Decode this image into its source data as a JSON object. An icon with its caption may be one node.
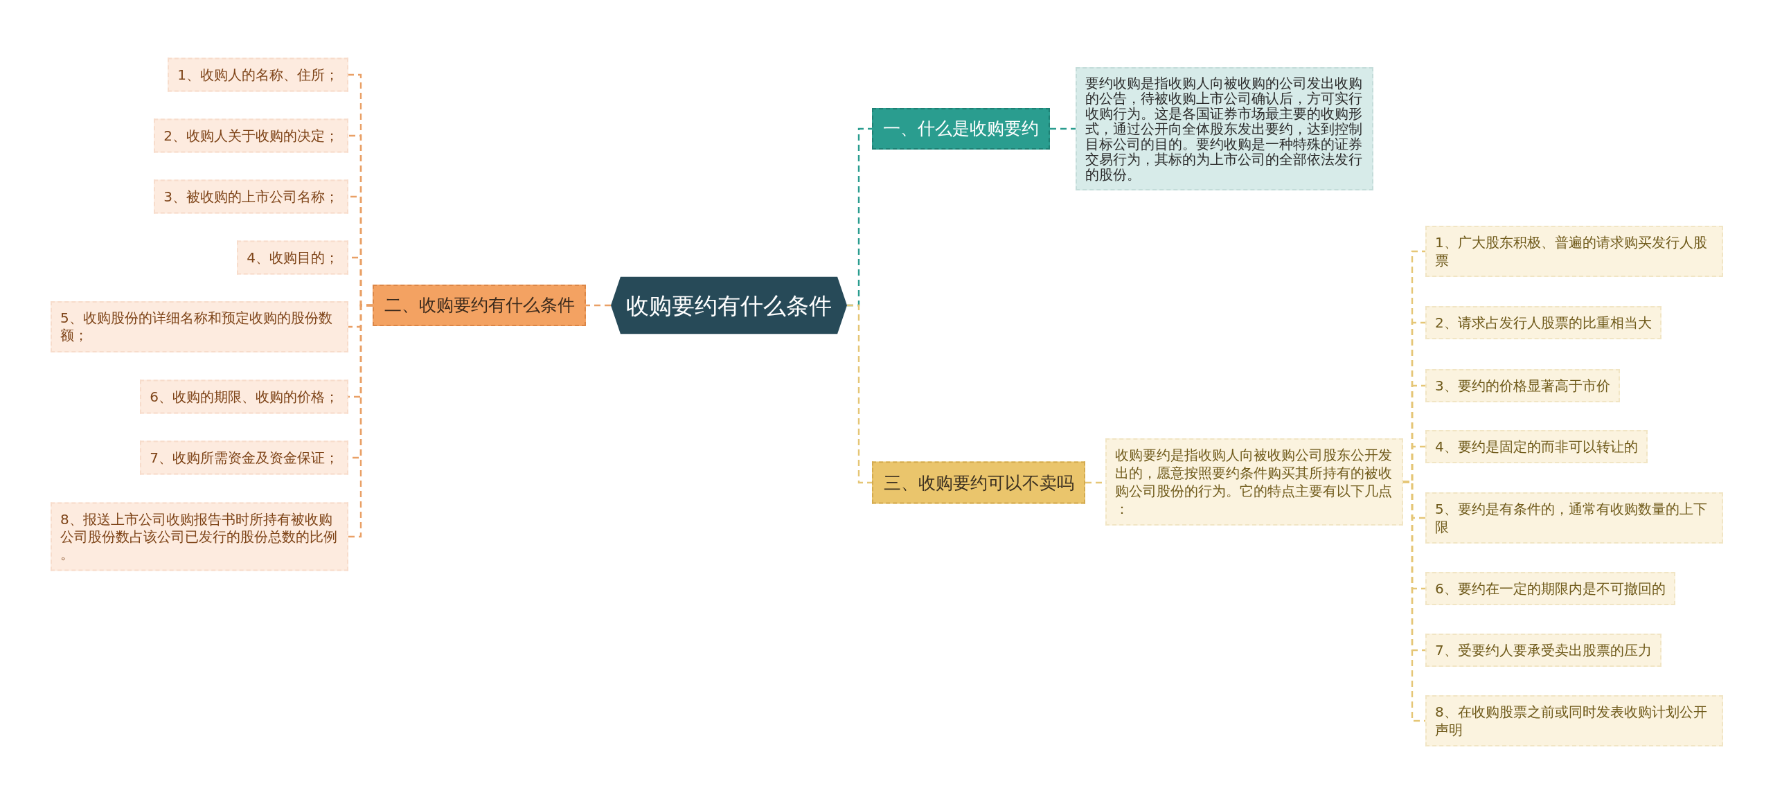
{
  "diagram": {
    "nodes": [
      {
        "text": [
          "收购要约有什么条件"
        ]
      },
      {
        "text": [
          "一、什么是收购要约"
        ]
      },
      {
        "text": [
          "要约收购是指收购人向被收购的公司发出收购的公告，待被收购上市公司确认后，方可实行收购行为。这是各国证券市场最主要的收购形式，通过公开向全体股东发出要约，达到控制目标公司的目的。要约收购是一种特殊的证券交易行为，其标的为上市公司的全部依法发行的股份。"
        ]
      },
      {
        "text": [
          "二、收购要约有什么条件"
        ]
      },
      {
        "text": [
          "1、收购人的名称、住所；"
        ]
      },
      {
        "text": [
          "2、收购人关于收购的决定；"
        ]
      },
      {
        "text": [
          "3、被收购的上市公司名称；"
        ]
      },
      {
        "text": [
          "4、收购目的；"
        ]
      },
      {
        "text": [
          "5、收购股份的详细名称和预定收购的股份数额；"
        ]
      },
      {
        "text": [
          "6、收购的期限、收购的价格；"
        ]
      },
      {
        "text": [
          "7、收购所需资金及资金保证；"
        ]
      },
      {
        "text": [
          "8、报送上市公司收购报告书时所持有被收购公司股份数占该公司已发行的股份总数的比例。"
        ]
      },
      {
        "text": [
          "三、收购要约可以不卖吗"
        ]
      },
      {
        "text": [
          "收购要约是指收购人向被收购公司股东公开发出的，愿意按照要约条件购买其所持有的被收购公司股份的行为。它的特点主要有以下几点："
        ]
      },
      {
        "text": [
          "1、广大股东积极、普遍的请求购买发行人股票"
        ]
      },
      {
        "text": [
          "2、请求占发行人股票的比重相当大"
        ]
      },
      {
        "text": [
          "3、要约的价格显著高于市价"
        ]
      },
      {
        "text": [
          "4、要约是固定的而非可以转让的"
        ]
      },
      {
        "text": [
          "5、要约是有条件的，通常有收购数量的上下限"
        ]
      },
      {
        "text": [
          "6、要约在一定的期限内是不可撤回的"
        ]
      },
      {
        "text": [
          "7、受要约人要承受卖出股票的压力"
        ]
      },
      {
        "text": [
          "8、在收购股票之前或同时发表收购计划公开声明"
        ]
      }
    ],
    "edges": [
      {
        "from": 0,
        "to": 1,
        "arrow": "none",
        "color": "#2a9d8f"
      },
      {
        "from": 1,
        "to": 2,
        "arrow": "none",
        "color": "#2a9d8f"
      },
      {
        "from": 0,
        "to": 3,
        "arrow": "none",
        "color": "#e9a066"
      },
      {
        "from": 3,
        "to": 4,
        "arrow": "none",
        "color": "#e9a066"
      },
      {
        "from": 3,
        "to": 5,
        "arrow": "none",
        "color": "#e9a066"
      },
      {
        "from": 3,
        "to": 6,
        "arrow": "none",
        "color": "#e9a066"
      },
      {
        "from": 3,
        "to": 7,
        "arrow": "none",
        "color": "#e9a066"
      },
      {
        "from": 3,
        "to": 8,
        "arrow": "none",
        "color": "#e9a066"
      },
      {
        "from": 3,
        "to": 9,
        "arrow": "none",
        "color": "#e9a066"
      },
      {
        "from": 3,
        "to": 10,
        "arrow": "none",
        "color": "#e9a066"
      },
      {
        "from": 3,
        "to": 11,
        "arrow": "none",
        "color": "#e9a066"
      },
      {
        "from": 0,
        "to": 12,
        "arrow": "none"
      },
      {
        "from": 12,
        "to": 13,
        "arrow": "none"
      },
      {
        "from": 13,
        "to": 14,
        "arrow": "none"
      },
      {
        "from": 13,
        "to": 15,
        "arrow": "none"
      },
      {
        "from": 13,
        "to": 16,
        "arrow": "none"
      },
      {
        "from": 13,
        "to": 17,
        "arrow": "none"
      },
      {
        "from": 13,
        "to": 18,
        "arrow": "none"
      },
      {
        "from": 13,
        "to": 19,
        "arrow": "none"
      },
      {
        "from": 13,
        "to": 20,
        "arrow": "none"
      },
      {
        "from": 13,
        "to": 21,
        "arrow": "none"
      }
    ]
  }
}
